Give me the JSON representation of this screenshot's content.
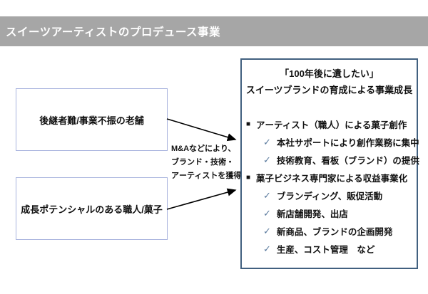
{
  "slide": {
    "title": "スイーツアーティストのプロデュース事業"
  },
  "left_boxes": [
    {
      "label": "後継者難/事業不振の老舗"
    },
    {
      "label": "成長ポテンシャルのある職人/菓子"
    }
  ],
  "arrow_label": {
    "line1": "M&Aなどにより、",
    "line2": "ブランド・技術・",
    "line3": "アーティストを獲得"
  },
  "right_box": {
    "heading_line1": "「100年後に遺したい」",
    "heading_line2": "スイーツブランドの育成による事業成長",
    "items": [
      {
        "level": 1,
        "bullet": "■",
        "text": "アーティスト（職人）による菓子創作"
      },
      {
        "level": 2,
        "bullet": "✓",
        "text": "本社サポートにより創作業務に集中"
      },
      {
        "level": 2,
        "bullet": "✓",
        "text": "技術教育、看板（ブランド）の提供"
      },
      {
        "level": 1,
        "bullet": "■",
        "text": "菓子ビジネス専門家による収益事業化"
      },
      {
        "level": 2,
        "bullet": "✓",
        "text": "ブランディング、販促活動"
      },
      {
        "level": 2,
        "bullet": "✓",
        "text": "新店舗開発、出店"
      },
      {
        "level": 2,
        "bullet": "✓",
        "text": "新商品、ブランドの企画開発"
      },
      {
        "level": 2,
        "bullet": "✓",
        "text": "生産、コスト管理　など"
      }
    ]
  },
  "colors": {
    "title_bar_bg": "#a6a6a6",
    "title_text": "#ffffff",
    "left_box_border": "#a9b4de",
    "right_box_border": "#41607f",
    "check_color": "#5b7b9e",
    "arrow_color": "#000000"
  }
}
